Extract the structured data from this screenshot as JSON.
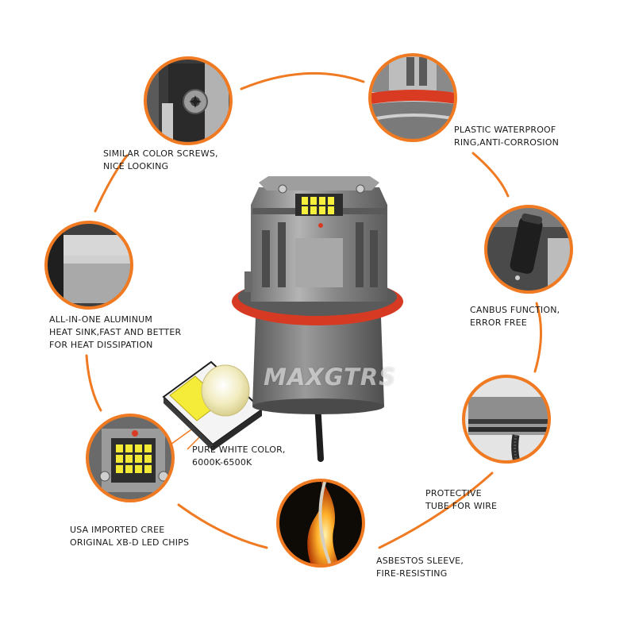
{
  "watermark": "MAXGTRS",
  "colors": {
    "accent_orange": "#f07a22",
    "ring_red": "#d63a22",
    "housing_gray": "#8e8e8e",
    "led_yellow": "#f5ec3a",
    "text": "#1a1a1a"
  },
  "features": [
    {
      "id": "screws",
      "icon": "screw-closeup-icon",
      "lines": [
        "SIMILAR COLOR SCREWS,",
        "NICE LOOKING"
      ]
    },
    {
      "id": "waterproof-ring",
      "icon": "waterproof-ring-closeup-icon",
      "lines": [
        "PLASTIC WATERPROOF",
        "RING,ANTI-CORROSION"
      ]
    },
    {
      "id": "canbus",
      "icon": "canbus-module-closeup-icon",
      "lines": [
        "CANBUS FUNCTION,",
        "ERROR FREE"
      ]
    },
    {
      "id": "heat-sink",
      "icon": "heat-sink-closeup-icon",
      "lines": [
        "ALL-IN-ONE ALUMINUM",
        "HEAT SINK,FAST AND BETTER",
        "FOR HEAT DISSIPATION"
      ]
    },
    {
      "id": "white-color",
      "icon": "led-chip-icon",
      "lines": [
        "PURE WHITE COLOR,",
        "6000K-6500K"
      ]
    },
    {
      "id": "protective-tube",
      "icon": "protective-tube-closeup-icon",
      "lines": [
        "PROTECTIVE",
        "TUBE FOR WIRE"
      ]
    },
    {
      "id": "cree-chips",
      "icon": "cree-chips-closeup-icon",
      "lines": [
        "USA IMPORTED CREE",
        "ORIGINAL XB-D LED CHIPS"
      ]
    },
    {
      "id": "asbestos-sleeve",
      "icon": "asbestos-sleeve-flame-icon",
      "lines": [
        "ASBESTOS SLEEVE,",
        "FIRE-RESISTING"
      ]
    }
  ]
}
